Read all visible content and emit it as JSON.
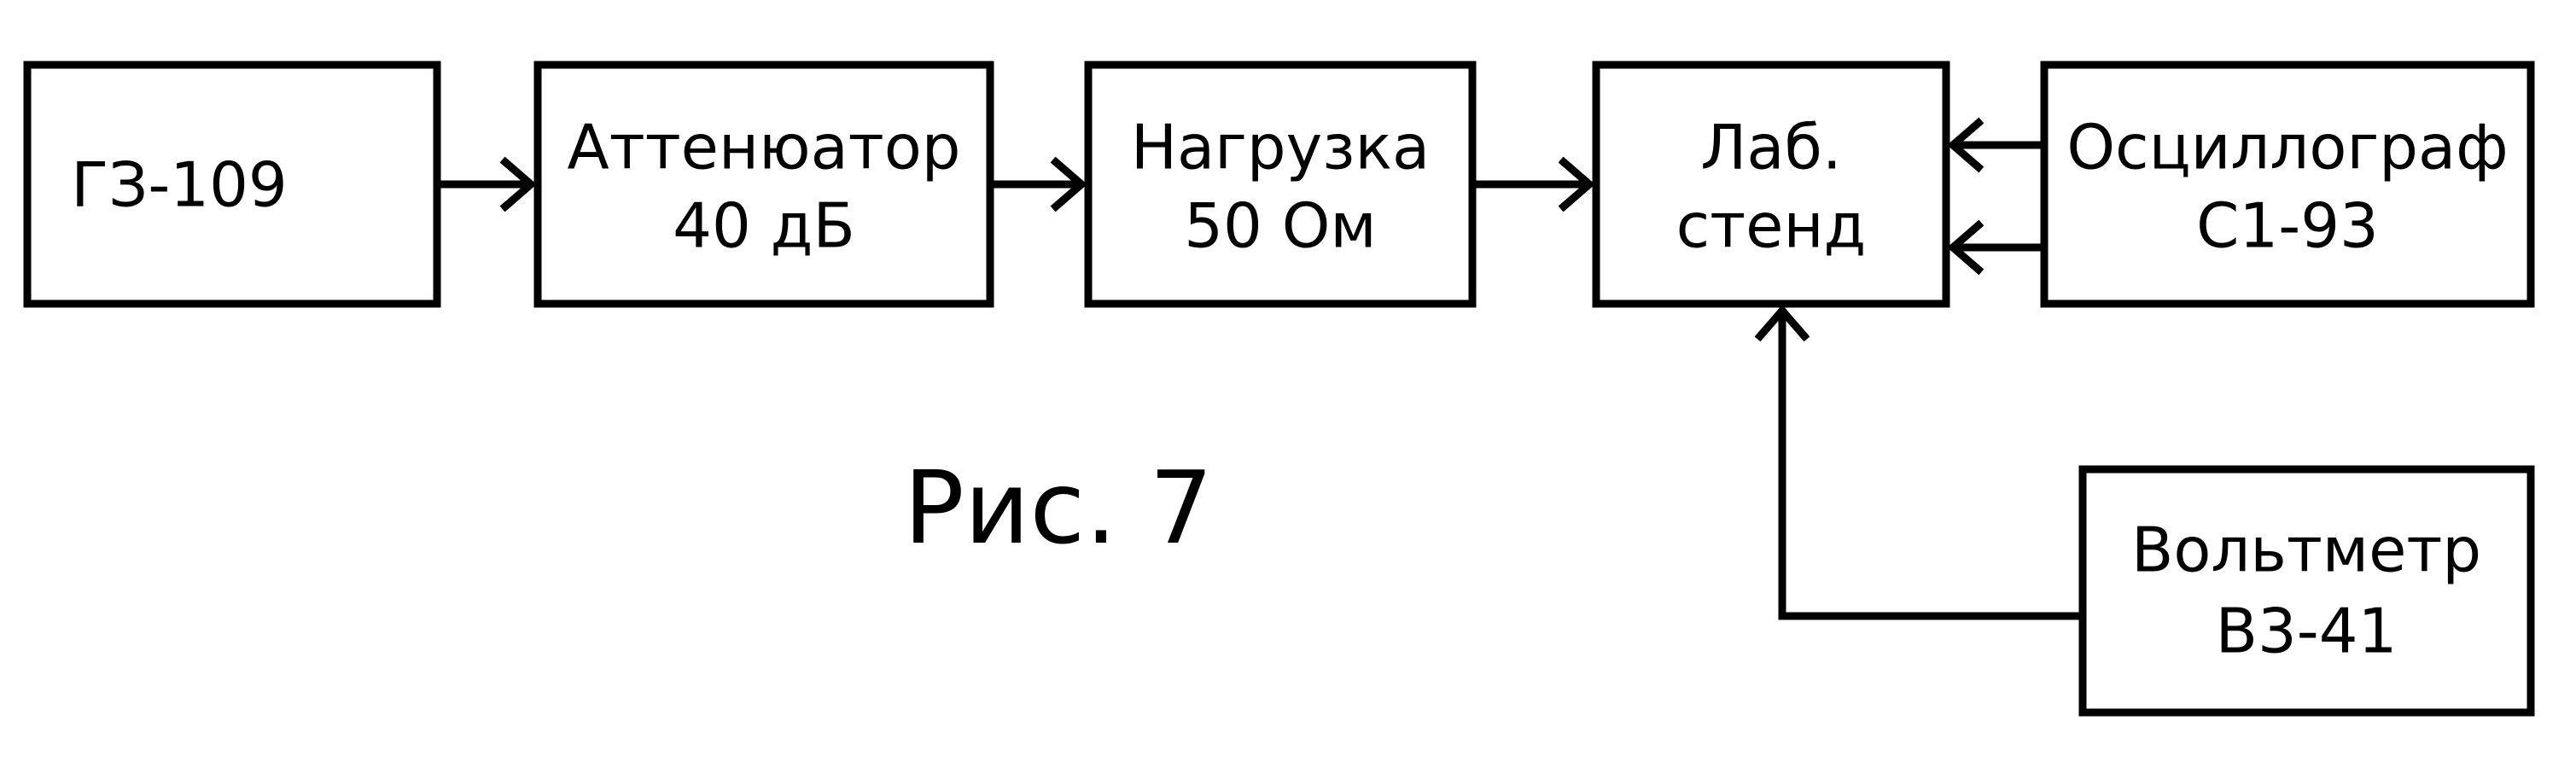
{
  "blocks": {
    "generator": {
      "lines": [
        "ГЗ-109"
      ]
    },
    "attenuator": {
      "lines": [
        "Аттенюатор",
        "40 дБ"
      ]
    },
    "load": {
      "lines": [
        "Нагрузка",
        "50 Ом"
      ]
    },
    "stand": {
      "lines": [
        "Лаб.",
        "стенд"
      ]
    },
    "oscilloscope": {
      "lines": [
        "Осциллограф",
        "С1-93"
      ]
    },
    "voltmeter": {
      "lines": [
        "Вольтметр",
        "В3-41"
      ]
    }
  },
  "caption": "Рис. 7",
  "connections": [
    {
      "from": "generator",
      "to": "attenuator"
    },
    {
      "from": "attenuator",
      "to": "load"
    },
    {
      "from": "load",
      "to": "stand"
    },
    {
      "from": "oscilloscope",
      "to": "stand"
    },
    {
      "from": "oscilloscope",
      "to": "stand"
    },
    {
      "from": "voltmeter",
      "to": "stand"
    }
  ],
  "colors": {
    "line": "#000000",
    "background": "#ffffff"
  }
}
